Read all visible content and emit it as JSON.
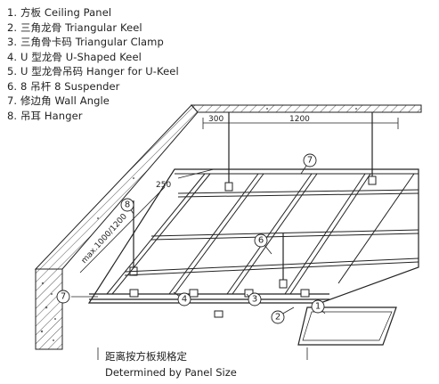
{
  "legend": [
    {
      "num": "1.",
      "label": "方板 Ceiling Panel"
    },
    {
      "num": "2.",
      "label": "三角龙骨 Triangular Keel"
    },
    {
      "num": "3.",
      "label": "三角骨卡码 Triangular Clamp"
    },
    {
      "num": "4.",
      "label": "U 型龙骨 U-Shaped Keel"
    },
    {
      "num": "5.",
      "label": "U 型龙骨吊码 Hanger for U-Keel"
    },
    {
      "num": "6.",
      "label": "8 吊杆  8 Suspender"
    },
    {
      "num": "7.",
      "label": "修边角  Wall Angle"
    },
    {
      "num": "8.",
      "label": "吊耳 Hanger"
    }
  ],
  "dimensions": {
    "top_small": "300",
    "top_large": "1200",
    "side_small": "250",
    "side_range": "max.1000/1200"
  },
  "callouts": {
    "c1": "1",
    "c2": "2",
    "c3": "3",
    "c4": "4",
    "c6": "6",
    "c7_top": "7",
    "c7_left": "7",
    "c8": "8"
  },
  "caption": {
    "chinese": "距离按方板规格定",
    "english": "Determined by Panel Size"
  },
  "colors": {
    "line": "#222222",
    "background": "#ffffff"
  }
}
